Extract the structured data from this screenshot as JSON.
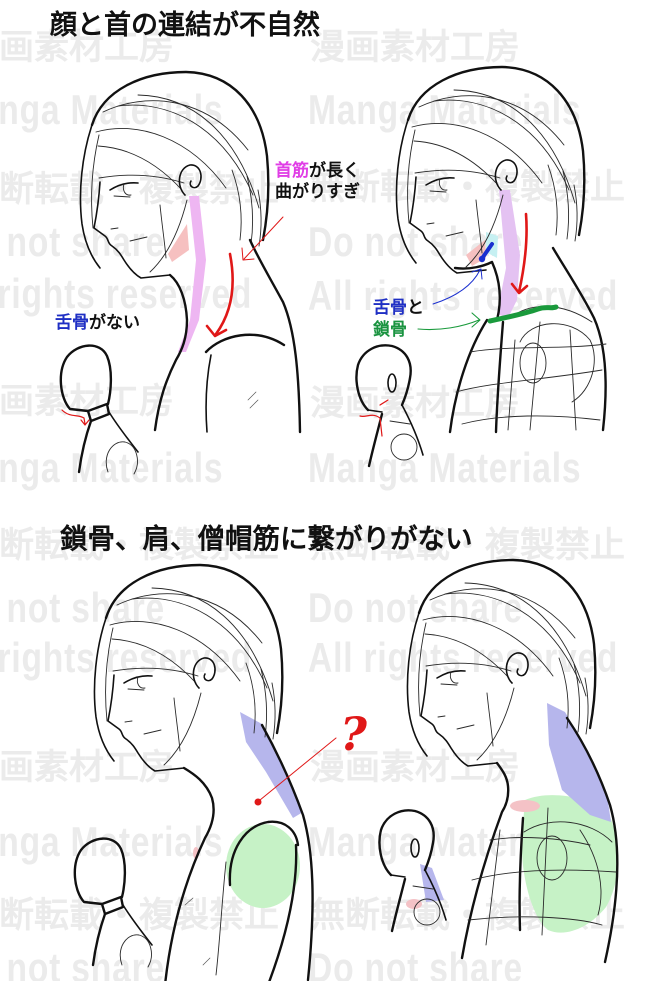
{
  "sections": [
    {
      "title": "顔と首の連結が不自然",
      "annotations": {
        "neck_too_long": {
          "highlight": "首筋",
          "line1_rest": "が長く",
          "line2": "曲がりすぎ"
        },
        "no_hyoid": {
          "highlight": "舌骨",
          "rest": "がない"
        },
        "hyoid_and_clavicle": {
          "highlight1": "舌骨",
          "connector": "と",
          "highlight2": "鎖骨"
        }
      }
    },
    {
      "title": "鎖骨、肩、僧帽筋に繋がりがない",
      "annotations": {
        "question_mark": "?"
      }
    }
  ],
  "watermarks": {
    "rows": [
      "漫画素材工房",
      "Manga Materials",
      "無断転載・複製禁止",
      "Do not share",
      "All rights reserved",
      "漫画素材工房",
      "Manga Materials",
      "無断転載・複製禁止",
      "Do not share",
      "All rights reserved",
      "漫画素材工房",
      "Manga Materials",
      "無断転載・複製禁止",
      "Do not share"
    ]
  },
  "colors": {
    "magenta_label": "#e03ee6",
    "blue_label": "#1f2fc4",
    "green_label": "#1a9340",
    "red_arrow": "#e01818",
    "neck_muscle_pink": "#eeb6f2",
    "neck_muscle_lavender": "#e4c2f2",
    "cheek_pink": "#f6c0c0",
    "jaw_cyan": "#c6f0f2",
    "hyoid_blue": "#1a2fd0",
    "clavicle_green": "#1a9a3c",
    "trapezius_blue": "#b6b6ec",
    "deltoid_green": "#c6f2c6",
    "shoulder_pink": "#f4c2c6"
  }
}
